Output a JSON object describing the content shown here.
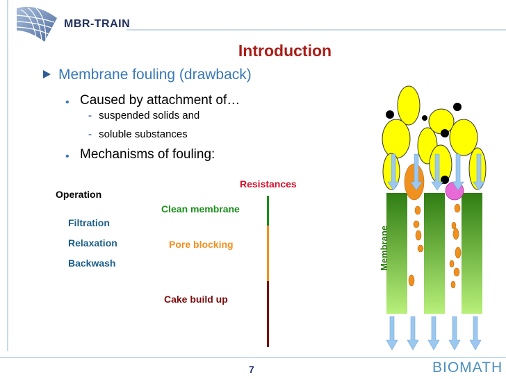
{
  "logo": {
    "text": "MBR-TRAIN"
  },
  "title": "Introduction",
  "bullets": {
    "main": "Membrane fouling (drawback)",
    "caused": "Caused by attachment of…",
    "sub1": "suspended solids and",
    "sub2": "soluble substances",
    "mechanisms": "Mechanisms of fouling:"
  },
  "operation": {
    "title": "Operation",
    "items": [
      "Filtration",
      "Relaxation",
      "Backwash"
    ]
  },
  "resistances": {
    "title": "Resistances",
    "stages": [
      {
        "label": "Clean membrane",
        "color": "#1a8f1a"
      },
      {
        "label": "Pore blocking",
        "color": "#f0901e"
      },
      {
        "label": "Cake build up",
        "color": "#7a0a0a"
      }
    ]
  },
  "illustration": {
    "label": "Membrane"
  },
  "footer": {
    "page": "7",
    "brand": "BIOMATH"
  },
  "colors": {
    "title": "#a81e18",
    "bullet": "#3a79b5",
    "membrane_green": "#7ec83a",
    "particle_yellow": "#ffff00",
    "particle_orange": "#f0901e",
    "particle_pink": "#e86ad6",
    "flow_arrow": "#9cc8f0"
  }
}
